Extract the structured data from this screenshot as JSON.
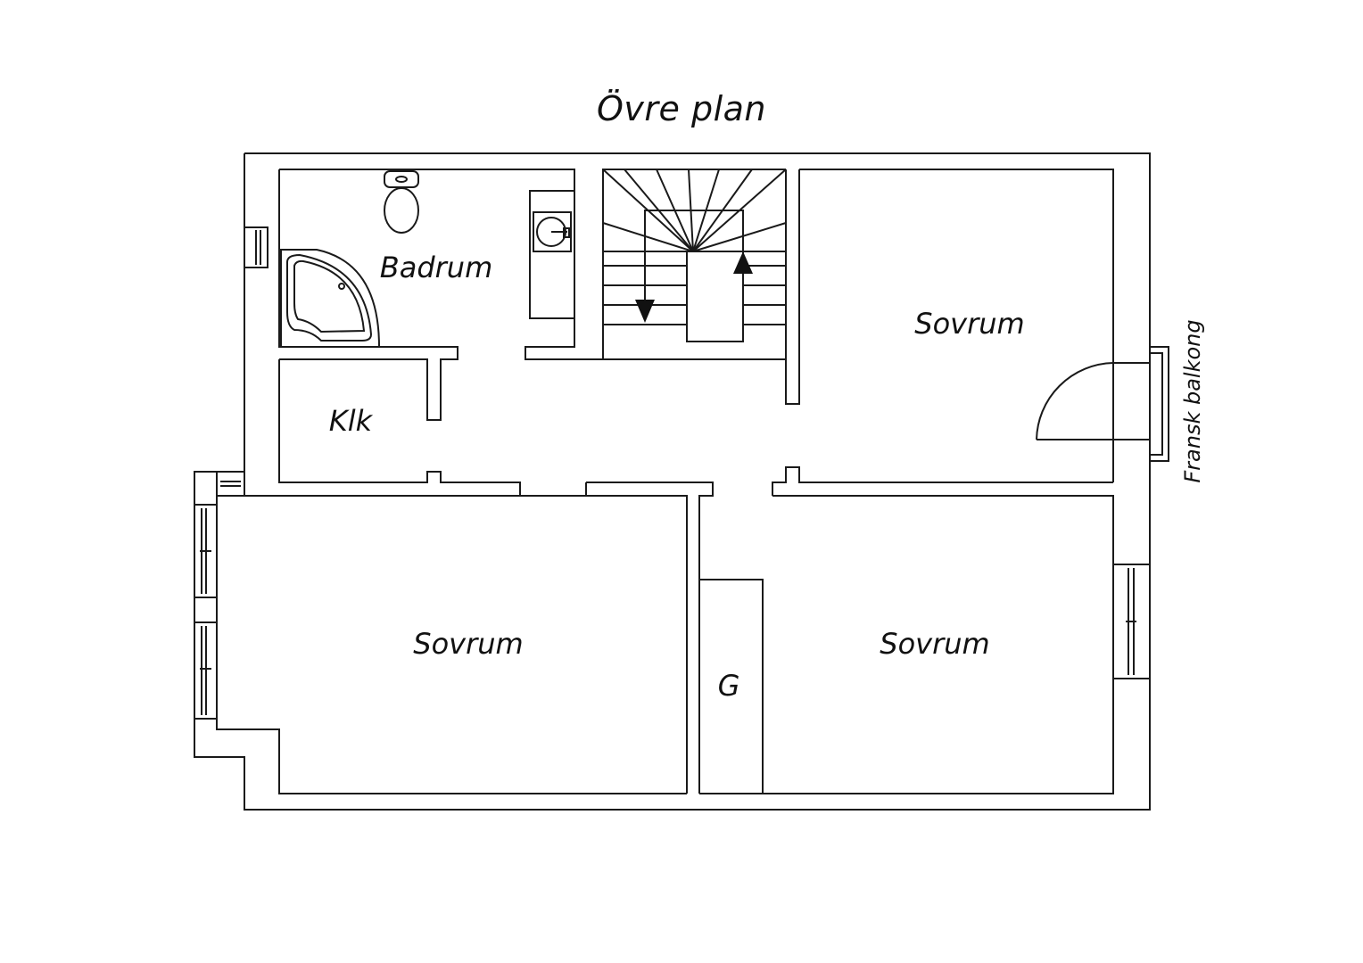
{
  "title": "Övre plan",
  "rooms": {
    "badrum": "Badrum",
    "klk": "Klk",
    "sovrum_upper_right": "Sovrum",
    "sovrum_lower_left": "Sovrum",
    "sovrum_lower_right": "Sovrum",
    "g": "G"
  },
  "balcony_label": "Fransk balkong",
  "colors": {
    "line": "#1a1a1a",
    "background": "#ffffff"
  }
}
